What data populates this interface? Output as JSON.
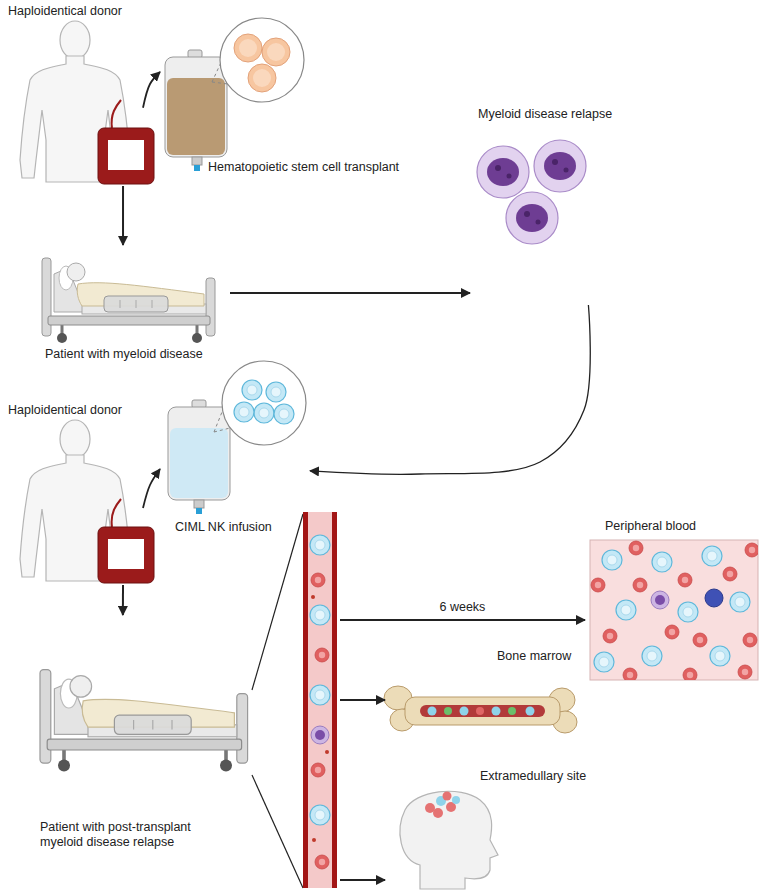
{
  "diagram": {
    "nodes": [
      {
        "text": [
          "Haploidentical donor"
        ]
      },
      {
        "text": [
          "Hematopoietic stem cell transplant"
        ]
      },
      {
        "text": [
          "Patient with myeloid disease"
        ]
      },
      {
        "text": [
          "Myeloid disease relapse"
        ]
      },
      {
        "text": [
          "Haploidentical donor"
        ]
      },
      {
        "text": [
          "CIML NK infusion"
        ]
      },
      {
        "text": [
          "Patient with post-transplant myeloid disease relapse"
        ]
      },
      {
        "text": [
          "Peripheral blood"
        ]
      },
      {
        "text": [
          "Bone marrow"
        ]
      },
      {
        "text": [
          "Extramedullary site"
        ]
      }
    ],
    "edges": [
      {
        "from": 0,
        "to": 1,
        "arrow": "to"
      },
      {
        "from": 0,
        "to": 2,
        "arrow": "to"
      },
      {
        "from": 2,
        "to": 3,
        "arrow": "to"
      },
      {
        "from": 3,
        "to": 5,
        "arrow": "to"
      },
      {
        "from": 4,
        "to": 5,
        "arrow": "to"
      },
      {
        "from": 4,
        "to": 6,
        "arrow": "to"
      },
      {
        "from": 6,
        "to": 7,
        "label": "6 weeks",
        "arrow": "to"
      },
      {
        "from": 6,
        "to": 8,
        "arrow": "to"
      },
      {
        "from": 6,
        "to": 9,
        "arrow": "to"
      }
    ]
  }
}
